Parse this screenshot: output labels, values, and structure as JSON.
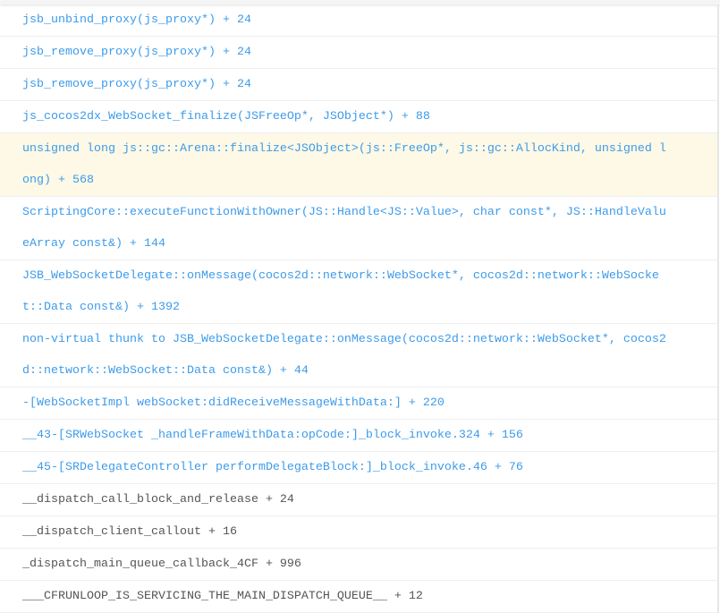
{
  "frames": [
    {
      "text": "jsb_unbind_proxy(js_proxy*) + 24",
      "kind": "app",
      "highlighted": false
    },
    {
      "text": "jsb_remove_proxy(js_proxy*) + 24",
      "kind": "app",
      "highlighted": false
    },
    {
      "text": "jsb_remove_proxy(js_proxy*) + 24",
      "kind": "app",
      "highlighted": false
    },
    {
      "text": "js_cocos2dx_WebSocket_finalize(JSFreeOp*, JSObject*) + 88",
      "kind": "app",
      "highlighted": false
    },
    {
      "text": "unsigned long js::gc::Arena::finalize<JSObject>(js::FreeOp*, js::gc::AllocKind, unsigned long) + 568",
      "kind": "app",
      "highlighted": true
    },
    {
      "text": "ScriptingCore::executeFunctionWithOwner(JS::Handle<JS::Value>, char const*, JS::HandleValueArray const&) + 144",
      "kind": "app",
      "highlighted": false
    },
    {
      "text": "JSB_WebSocketDelegate::onMessage(cocos2d::network::WebSocket*, cocos2d::network::WebSocket::Data const&) + 1392",
      "kind": "app",
      "highlighted": false
    },
    {
      "text": "non-virtual thunk to JSB_WebSocketDelegate::onMessage(cocos2d::network::WebSocket*, cocos2d::network::WebSocket::Data const&) + 44",
      "kind": "app",
      "highlighted": false
    },
    {
      "text": "-[WebSocketImpl webSocket:didReceiveMessageWithData:] + 220",
      "kind": "app",
      "highlighted": false
    },
    {
      "text": "__43-[SRWebSocket _handleFrameWithData:opCode:]_block_invoke.324 + 156",
      "kind": "app",
      "highlighted": false
    },
    {
      "text": "__45-[SRDelegateController performDelegateBlock:]_block_invoke.46 + 76",
      "kind": "app",
      "highlighted": false
    },
    {
      "text": "__dispatch_call_block_and_release + 24",
      "kind": "system",
      "highlighted": false
    },
    {
      "text": "__dispatch_client_callout + 16",
      "kind": "system",
      "highlighted": false
    },
    {
      "text": "_dispatch_main_queue_callback_4CF + 996",
      "kind": "system",
      "highlighted": false
    },
    {
      "text": "___CFRUNLOOP_IS_SERVICING_THE_MAIN_DISPATCH_QUEUE__ + 12",
      "kind": "system",
      "highlighted": false
    }
  ],
  "colors": {
    "app": "#3d9be9",
    "system": "#555555",
    "highlight": "#fdf9e6"
  }
}
